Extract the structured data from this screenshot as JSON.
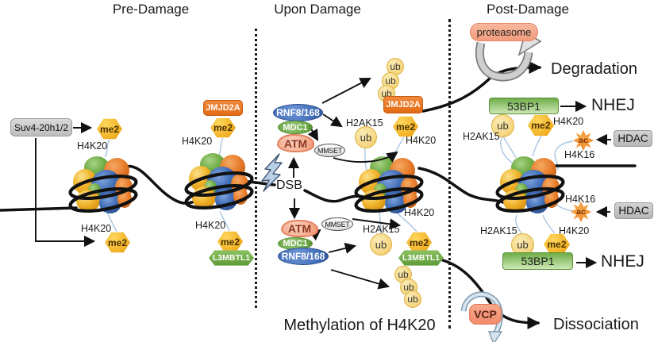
{
  "figure": {
    "caption": "Methylation of H4K20"
  },
  "phases": {
    "pre": "Pre-Damage",
    "upon": "Upon Damage",
    "post": "Post-Damage"
  },
  "proteins": {
    "suv420": "Suv4-20h1/2",
    "jmjd2a": "JMJD2A",
    "l3mbtl1": "L3MBTL1",
    "rnf8_168": "RNF8/168",
    "mdc1": "MDC1",
    "atm": "ATM",
    "mmset": "MMSET",
    "proteasome": "proteasome",
    "p53bp1": "53BP1",
    "hdac": "HDAC",
    "vcp": "VCP"
  },
  "marks": {
    "me2": "me2",
    "ub": "ub",
    "ac": "ac"
  },
  "residues": {
    "h4k20": "H4K20",
    "h2ak15": "H2AK15",
    "h4k16": "H4K16"
  },
  "events": {
    "dsb": "DSB"
  },
  "outcomes": {
    "degradation": "Degradation",
    "nhej": "NHEJ",
    "dissociation": "Dissociation"
  },
  "colors": {
    "histone_yellow": "#f0ad1f",
    "histone_blue": "#3f6cb5",
    "histone_green": "#71ad47",
    "histone_orange": "#e87e2d",
    "mark_gold": "#f0ad1f",
    "ub_light": "#f6d783",
    "protein_orange": "#ed7d31",
    "protein_green": "#70ad47",
    "protein_blue": "#4472c4",
    "salmon": "#f5ab8d",
    "gray": "#c8c8c8",
    "dna": "#111111"
  }
}
